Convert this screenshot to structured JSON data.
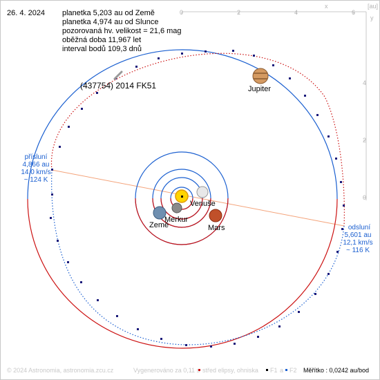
{
  "date": "26. 4. 2024",
  "info": {
    "line1": "planetka 5,203 au od Země",
    "line2": "planetka 4,974 au od Slunce",
    "line3": "pozorovaná hv. velikost = 21,6 mag",
    "line4": "oběžná doba 11,967 let",
    "line5": "interval bodů 109,3 dnů"
  },
  "asteroid_name": "(437754) 2014 FK51",
  "axis": {
    "x_letter": "x",
    "y_letter": "y",
    "unit": "[au]",
    "x_ticks": [
      "0",
      "2",
      "4",
      "6"
    ],
    "y_ticks": [
      "0",
      "2",
      "4"
    ]
  },
  "planets": {
    "jupiter": "Jupiter",
    "mars": "Mars",
    "earth": "Země",
    "mercury": "Merkur",
    "venus": "Venuše"
  },
  "perihelion": {
    "label": "přísluní",
    "distance": "4,866 au",
    "speed": "14,0 km/s",
    "temp": "~ 124 K"
  },
  "aphelion": {
    "label": "odsluní",
    "distance": "5,601 au",
    "speed": "12,1 km/s",
    "temp": "~ 116 K"
  },
  "footer": {
    "copyright": "© 2024 Astronomia, astronomia.zcu.cz",
    "generated": "Vygenerováno za 0,11 s",
    "legend_center": "střed elipsy, ohniska",
    "f1": "F1",
    "a": "a",
    "f2": "F2",
    "scale": "Měřítko : 0,0242 au/bod"
  },
  "colors": {
    "orbit_blue": "#1a5fd0",
    "orbit_red": "#cc1111",
    "line_axis": "#f4a37a",
    "sun": "#ffd400"
  }
}
